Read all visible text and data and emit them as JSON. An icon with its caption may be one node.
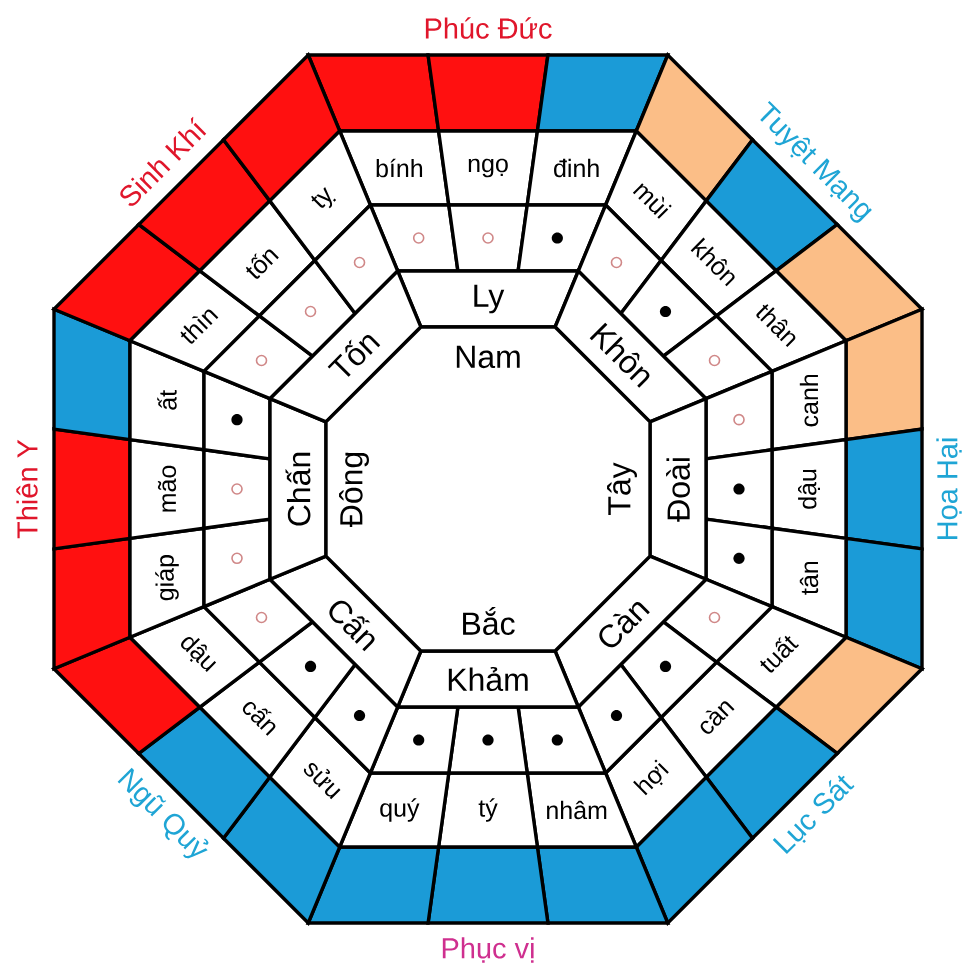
{
  "diagram": {
    "nodes": [
      {
        "text": [],
        "shape": "box"
      },
      {
        "text": [],
        "shape": "box"
      },
      {
        "text": [],
        "shape": "box"
      },
      {
        "text": [
          "bính"
        ]
      },
      {
        "text": [
          "ngọ"
        ]
      },
      {
        "text": [
          "đinh"
        ]
      },
      {
        "text": [],
        "shape": "circle"
      },
      {
        "text": [],
        "shape": "circle"
      },
      {
        "text": [],
        "shape": "dot"
      },
      {
        "text": [
          "Ly"
        ]
      },
      {
        "text": [],
        "shape": "box"
      },
      {
        "text": [],
        "shape": "box"
      },
      {
        "text": [],
        "shape": "box"
      },
      {
        "text": [
          "mùi"
        ]
      },
      {
        "text": [
          "khôn"
        ]
      },
      {
        "text": [
          "thân"
        ]
      },
      {
        "text": [],
        "shape": "circle"
      },
      {
        "text": [],
        "shape": "dot"
      },
      {
        "text": [],
        "shape": "circle"
      },
      {
        "text": [
          "Khôn"
        ]
      },
      {
        "text": [],
        "shape": "box"
      },
      {
        "text": [],
        "shape": "box"
      },
      {
        "text": [],
        "shape": "box"
      },
      {
        "text": [
          "canh"
        ]
      },
      {
        "text": [
          "dậu"
        ]
      },
      {
        "text": [
          "tân"
        ]
      },
      {
        "text": [],
        "shape": "circle"
      },
      {
        "text": [],
        "shape": "dot"
      },
      {
        "text": [],
        "shape": "dot"
      },
      {
        "text": [
          "Đoài"
        ]
      },
      {
        "text": [],
        "shape": "box"
      },
      {
        "text": [],
        "shape": "box"
      },
      {
        "text": [],
        "shape": "box"
      },
      {
        "text": [
          "tuất"
        ]
      },
      {
        "text": [
          "càn"
        ]
      },
      {
        "text": [
          "hợi"
        ]
      },
      {
        "text": [],
        "shape": "circle"
      },
      {
        "text": [],
        "shape": "dot"
      },
      {
        "text": [],
        "shape": "dot"
      },
      {
        "text": [
          "Càn"
        ]
      },
      {
        "text": [],
        "shape": "box"
      },
      {
        "text": [],
        "shape": "box"
      },
      {
        "text": [],
        "shape": "box"
      },
      {
        "text": [
          "nhâm"
        ]
      },
      {
        "text": [
          "tý"
        ]
      },
      {
        "text": [
          "quý"
        ]
      },
      {
        "text": [],
        "shape": "dot"
      },
      {
        "text": [],
        "shape": "dot"
      },
      {
        "text": [],
        "shape": "dot"
      },
      {
        "text": [
          "Khảm"
        ]
      },
      {
        "text": [],
        "shape": "box"
      },
      {
        "text": [],
        "shape": "box"
      },
      {
        "text": [],
        "shape": "box"
      },
      {
        "text": [
          "sửu"
        ]
      },
      {
        "text": [
          "cấn"
        ]
      },
      {
        "text": [
          "dậu"
        ]
      },
      {
        "text": [],
        "shape": "dot"
      },
      {
        "text": [],
        "shape": "dot"
      },
      {
        "text": [],
        "shape": "circle"
      },
      {
        "text": [
          "Cấn"
        ]
      },
      {
        "text": [],
        "shape": "box"
      },
      {
        "text": [],
        "shape": "box"
      },
      {
        "text": [],
        "shape": "box"
      },
      {
        "text": [
          "giáp"
        ]
      },
      {
        "text": [
          "mão"
        ]
      },
      {
        "text": [
          "ất"
        ]
      },
      {
        "text": [],
        "shape": "circle"
      },
      {
        "text": [],
        "shape": "circle"
      },
      {
        "text": [],
        "shape": "dot"
      },
      {
        "text": [
          "Chấn"
        ]
      },
      {
        "text": [],
        "shape": "box"
      },
      {
        "text": [],
        "shape": "box"
      },
      {
        "text": [],
        "shape": "box"
      },
      {
        "text": [
          "thìn"
        ]
      },
      {
        "text": [
          "tốn"
        ]
      },
      {
        "text": [
          "tỵ"
        ]
      },
      {
        "text": [],
        "shape": "circle"
      },
      {
        "text": [],
        "shape": "circle"
      },
      {
        "text": [],
        "shape": "circle"
      },
      {
        "text": [
          "Tốn"
        ]
      },
      {
        "text": [
          "Nam",
          "Đông",
          "Tây",
          "Bắc"
        ]
      }
    ],
    "labels": [
      "Phúc Đức",
      "Sinh Khí",
      "Tuyệt Mạng",
      "Thiên Y",
      "Họa Hại",
      "Ngũ Quỷ",
      "Lục Sát",
      "Phục vị"
    ]
  }
}
